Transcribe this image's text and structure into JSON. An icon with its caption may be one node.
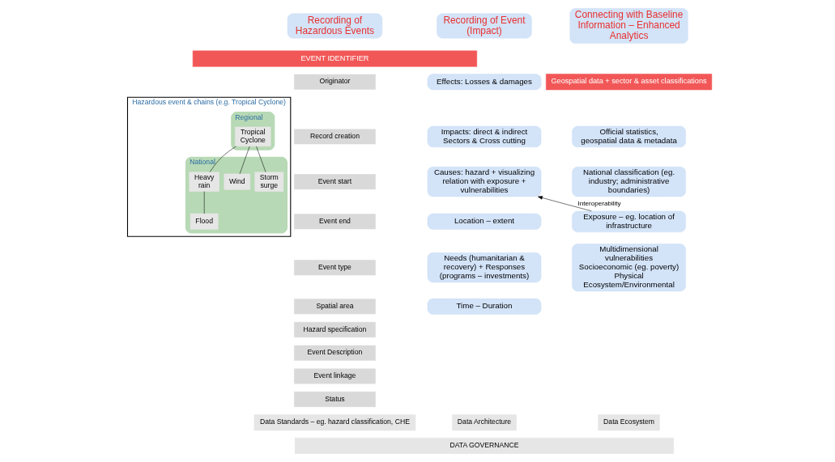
{
  "diagram": {
    "nodes": [
      {
        "text": [
          "Recording of Hazardous Events"
        ]
      },
      {
        "text": [
          "Recording of Event (Impact)"
        ]
      },
      {
        "text": [
          "Connecting with Baseline Information – Enhanced Analytics"
        ]
      },
      {
        "text": [
          "EVENT IDENTIFIER"
        ]
      },
      {
        "text": [
          "Hazardous event & chains (e.g. Tropical Cyclone)"
        ]
      },
      {
        "text": [
          "Regional"
        ],
        "in": 4
      },
      {
        "text": [
          "Tropical Cyclone"
        ],
        "in": 5
      },
      {
        "text": [
          "National"
        ],
        "in": 4
      },
      {
        "text": [
          "Heavy rain"
        ],
        "in": 7
      },
      {
        "text": [
          "Wind"
        ],
        "in": 7
      },
      {
        "text": [
          "Storm surge"
        ],
        "in": 7
      },
      {
        "text": [
          "Flood"
        ],
        "in": 7
      },
      {
        "text": [
          "Originator"
        ]
      },
      {
        "text": [
          "Record creation"
        ]
      },
      {
        "text": [
          "Event start"
        ]
      },
      {
        "text": [
          "Event end"
        ]
      },
      {
        "text": [
          "Event type"
        ]
      },
      {
        "text": [
          "Spatial area"
        ]
      },
      {
        "text": [
          "Hazard specification"
        ]
      },
      {
        "text": [
          "Event Description"
        ]
      },
      {
        "text": [
          "Event linkage"
        ]
      },
      {
        "text": [
          "Status"
        ]
      },
      {
        "text": [
          "Effects: Losses & damages"
        ]
      },
      {
        "text": [
          "Impacts: direct & indirect Sectors & Cross cutting"
        ]
      },
      {
        "text": [
          "Causes: hazard + visualizing relation with exposure + vulnerabilities"
        ]
      },
      {
        "text": [
          "Location – extent"
        ]
      },
      {
        "text": [
          "Needs (humanitarian & recovery) + Responses (programs – investments)"
        ]
      },
      {
        "text": [
          "Time – Duration"
        ]
      },
      {
        "text": [
          "Geospatial data + sector & asset classifications"
        ]
      },
      {
        "text": [
          "Official statistics, geospatial data & metadata"
        ]
      },
      {
        "text": [
          "National classification (eg. industry; administrative boundaries)"
        ]
      },
      {
        "text": [
          "Exposure – eg. location of infrastructure"
        ]
      },
      {
        "text": [
          "Multidimensional vulnerabilities",
          "Socioeconomic (eg. poverty)",
          "Physical",
          "Ecosystem/Environmental"
        ]
      },
      {
        "text": [
          "Data Standards – eg. hazard classification, CHE"
        ]
      },
      {
        "text": [
          "Data Architecture"
        ]
      },
      {
        "text": [
          "Data Ecosystem"
        ]
      },
      {
        "text": [
          "DATA GOVERNANCE"
        ]
      }
    ],
    "edges": [
      {
        "from": 6,
        "to": 8,
        "arrow": "none"
      },
      {
        "from": 6,
        "to": 9,
        "arrow": "none"
      },
      {
        "from": 6,
        "to": 10,
        "arrow": "none"
      },
      {
        "from": 8,
        "to": 11,
        "arrow": "none"
      },
      {
        "from": 31,
        "to": 24,
        "arrow": "to",
        "label": "Interoperability"
      }
    ]
  }
}
